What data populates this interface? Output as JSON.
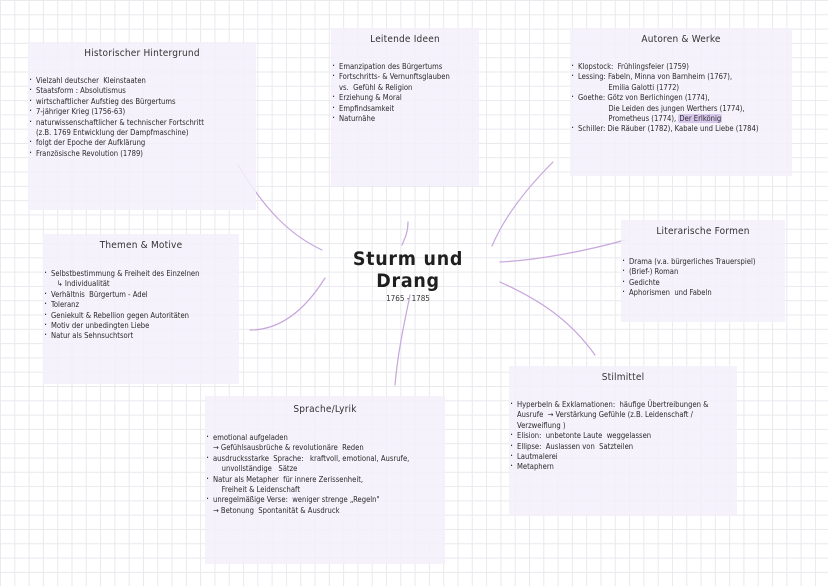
{
  "title": "Sturm und Drang",
  "dates": "1765 - 1785",
  "sections": {
    "hintergrund": {
      "heading": "Historischer Hintergrund",
      "items": [
        {
          "k": "b",
          "t": "Vielzahl deutscher  Kleinstaaten"
        },
        {
          "k": "b",
          "t": "Staatsform : Absolutismus"
        },
        {
          "k": "b",
          "t": "wirtschaftlicher Aufstieg des Bürgertums"
        },
        {
          "k": "b",
          "t": "7-jähriger Krieg (1756-63)"
        },
        {
          "k": "b",
          "t": "naturwissenschaftlicher & technischer Fortschritt"
        },
        {
          "k": "c",
          "t": "(z.B. 1769 Entwicklung der Dampfmaschine)"
        },
        {
          "k": "b",
          "t": "folgt der Epoche der Aufklärung"
        },
        {
          "k": "b",
          "t": "Französische Revolution (1789)"
        }
      ]
    },
    "ideen": {
      "heading": "Leitende Ideen",
      "items": [
        {
          "k": "b",
          "t": "Emanzipation des Bürgertums"
        },
        {
          "k": "b",
          "t": "Fortschritts- & Vernunftsglauben"
        },
        {
          "k": "c",
          "t": "vs.  Gefühl & Religion"
        },
        {
          "k": "b",
          "t": "Erziehung & Moral"
        },
        {
          "k": "b",
          "t": "Empfindsamkeit"
        },
        {
          "k": "b",
          "t": "Naturnähe"
        }
      ]
    },
    "autoren": {
      "heading": "Autoren & Werke",
      "items": [
        {
          "k": "b",
          "t": "Klopstock:  Frühlingsfeier (1759)"
        },
        {
          "k": "b",
          "t": "Lessing: Fabeln, Minna von Barnheim (1767),"
        },
        {
          "k": "c",
          "t": "              Emilia Galotti (1772)"
        },
        {
          "k": "b",
          "t": "Goethe: Götz von Berlichingen (1774),"
        },
        {
          "k": "c",
          "t": "              Die Leiden des jungen Werthers (1774),"
        },
        {
          "k": "c",
          "t": "              Prometheus (1774), "
        },
        {
          "k": "b",
          "t": "Schiller: Die Räuber (1782), Kabale und Liebe (1784)"
        }
      ],
      "highlight": "Der Erlkönig"
    },
    "themen": {
      "heading": "Themen & Motive",
      "items": [
        {
          "k": "b",
          "t": "Selbstbestimmung & Freiheit des Einzelnen"
        },
        {
          "k": "s",
          "t": "↳ Individualität"
        },
        {
          "k": "b",
          "t": "Verhältnis  Bürgertum - Adel"
        },
        {
          "k": "b",
          "t": "Toleranz"
        },
        {
          "k": "b",
          "t": "Geniekult & Rebellion gegen Autoritäten"
        },
        {
          "k": "b",
          "t": "Motiv der unbedingten Liebe"
        },
        {
          "k": "b",
          "t": "Natur als Sehnsuchtsort"
        }
      ]
    },
    "formen": {
      "heading": "Literarische Formen",
      "items": [
        {
          "k": "b",
          "t": "Drama (v.a. bürgerliches Trauerspiel)"
        },
        {
          "k": "b",
          "t": "(Brief-) Roman"
        },
        {
          "k": "b",
          "t": "Gedichte"
        },
        {
          "k": "b",
          "t": "Aphorismen  und Fabeln"
        }
      ]
    },
    "sprache": {
      "heading": "Sprache/Lyrik",
      "items": [
        {
          "k": "b",
          "t": "emotional aufgeladen"
        },
        {
          "k": "c",
          "t": "→ Gefühlsausbrüche & revolutionäre  Reden"
        },
        {
          "k": "b",
          "t": "ausdrucksstarke  Sprache:   kraftvoll, emotional, Ausrufe,"
        },
        {
          "k": "c",
          "t": "    unvollständige   Sätze"
        },
        {
          "k": "b",
          "t": "Natur als Metapher  für innere Zerissenheit,"
        },
        {
          "k": "c",
          "t": "    Freiheit & Leidenschaft"
        },
        {
          "k": "b",
          "t": "unregelmäßige Verse:  weniger strenge „Regeln\""
        },
        {
          "k": "c",
          "t": "→ Betonung  Spontanität & Ausdruck"
        }
      ]
    },
    "stilmittel": {
      "heading": "Stilmittel",
      "items": [
        {
          "k": "b",
          "t": "Hyperbeln & Exklamationen:  häufige Übertreibungen &"
        },
        {
          "k": "c",
          "t": "Ausrufe  → Verstärkung Gefühle (z.B. Leidenschaft /"
        },
        {
          "k": "c",
          "t": "Verzweiflung )"
        },
        {
          "k": "b",
          "t": "Elision:  unbetonte Laute  weggelassen"
        },
        {
          "k": "b",
          "t": "Ellipse:  Auslassen von  Satzteilen"
        },
        {
          "k": "b",
          "t": "Lautmalerei"
        },
        {
          "k": "b",
          "t": "Metaphern"
        }
      ]
    }
  },
  "colors": {
    "box": "#f3f0fa",
    "line": "#c7a6dc",
    "highlight": "#d9c8ee",
    "grid": "#e9e9ee"
  }
}
